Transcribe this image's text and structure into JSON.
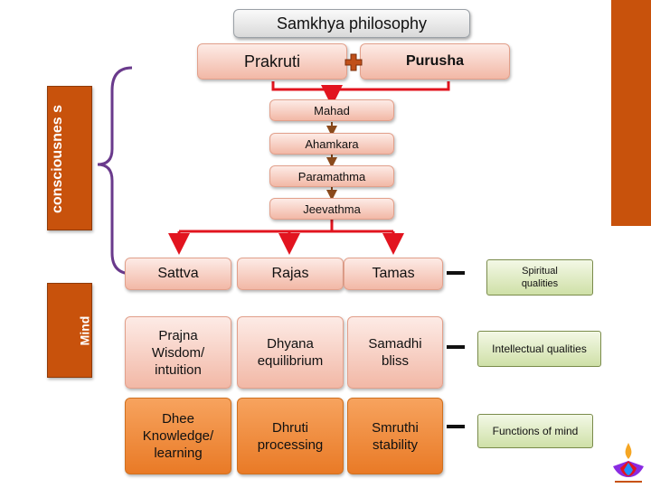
{
  "title": "Samkhya philosophy",
  "top_nodes": {
    "left": "Prakruti",
    "right": "Purusha",
    "connector": "plus-icon"
  },
  "chain": [
    "Mahad",
    "Ahamkara",
    "Paramathma",
    "Jeevathma"
  ],
  "side_labels": {
    "upper": "consciousnes s",
    "lower": "Mind"
  },
  "grid": [
    [
      "Sattva",
      "Rajas",
      "Tamas"
    ],
    [
      "Prajna Wisdom/ intuition",
      "Dhyana equilibrium",
      "Samadhi bliss"
    ],
    [
      "Dhee Knowledge/ learning",
      "Dhruti processing",
      "Smruthi stability"
    ]
  ],
  "qualities": [
    "Spiritual qualities",
    "Intellectual qualities",
    "Functions of mind"
  ],
  "colors": {
    "accent_orange": "#c8520c",
    "arrow_red": "#e2141f",
    "bracket_purple": "#6a3a8c",
    "arrow_brown": "#8a4a1c"
  }
}
